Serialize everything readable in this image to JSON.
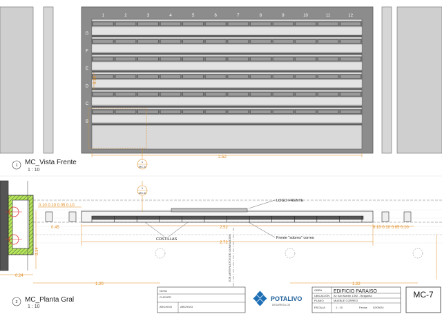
{
  "views": {
    "front": {
      "number": "1",
      "title": "MC_Vista Frente",
      "scale": "1 : 10"
    },
    "plan": {
      "number": "2",
      "title": "MC_Planta Gral",
      "scale": "1 : 10"
    }
  },
  "front_view": {
    "columns": [
      "1",
      "2",
      "3",
      "4",
      "5",
      "6",
      "7",
      "8",
      "9",
      "10",
      "11",
      "12"
    ],
    "rows": [
      "G",
      "F",
      "E",
      "D",
      "C",
      "B"
    ],
    "row_dim": "0.13",
    "total_dim": "2.52",
    "section_tag": {
      "top": "1",
      "bottom": "MC-6"
    }
  },
  "plan_view": {
    "annotations": {
      "logo": "LOGO FRENTE",
      "frente": "Frente \"sobres\" correo",
      "costillas": "COSTILLAS",
      "artefactos": "EJE ARTEFACTOS DE ILUMINACION"
    },
    "section_tag": {
      "top": "1",
      "bottom": "MC-6"
    },
    "dims": {
      "left_spacing": "0.10 0.10 0.05 0.10",
      "right_spacing": "0.10 0.10 0.05 0.10",
      "offset": "0.45",
      "inner": "2.52",
      "overall": "2.72",
      "depth": "0.14",
      "wall": "0.24",
      "left_axis": "1.20",
      "right_axis": "1.22"
    }
  },
  "title_block": {
    "nota_label": "NOTA",
    "cliente_label": "CLIENTE",
    "archivo_label": "ARCHIVO",
    "archivo_value": "ARCHIVO",
    "brand": "POTALIVO",
    "brand_sub": "DESARROLLOS",
    "obra_label": "OBRA",
    "obra_value": "EDIFICIO PARAISO",
    "ubicacion_label": "UBICACIÓN",
    "ubicacion_value": "Av San Martín 1392 - Belgamia",
    "plano_label": "PLANO",
    "plano_value": "MUEBLE CORREO",
    "escala_label": "ESCALA",
    "escala_value": "1 : 10",
    "fecha_label": "Fecha:",
    "fecha_value": "02/09/24",
    "sheet_id": "MC-7"
  },
  "colors": {
    "dimension": "#e08a1e",
    "wall_fill": "#9be01e",
    "frame": "#8c8c8c",
    "panel": "#d9d9d9",
    "accent_blue": "#1f6fb5"
  }
}
